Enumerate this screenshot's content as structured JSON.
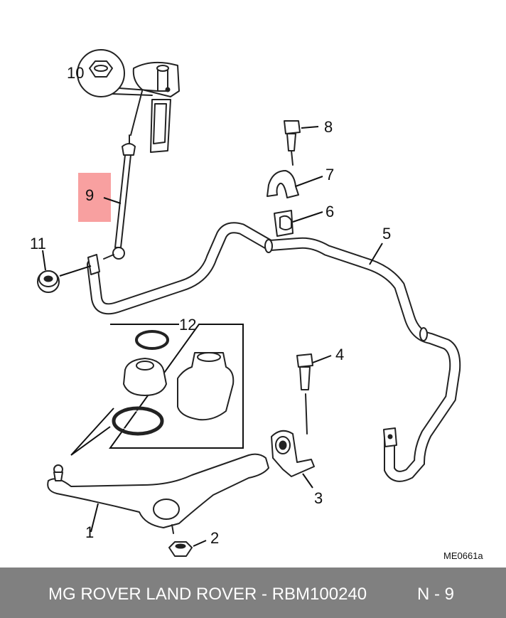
{
  "diagram": {
    "callouts": [
      "1",
      "2",
      "3",
      "4",
      "5",
      "6",
      "7",
      "8",
      "9",
      "10",
      "11",
      "12"
    ],
    "highlight_color": "#f8a0a0",
    "reference_code": "ME0661a"
  },
  "footer": {
    "title": "MG ROVER LAND ROVER - RBM100240",
    "page": "N - 9",
    "background": "#808080"
  }
}
